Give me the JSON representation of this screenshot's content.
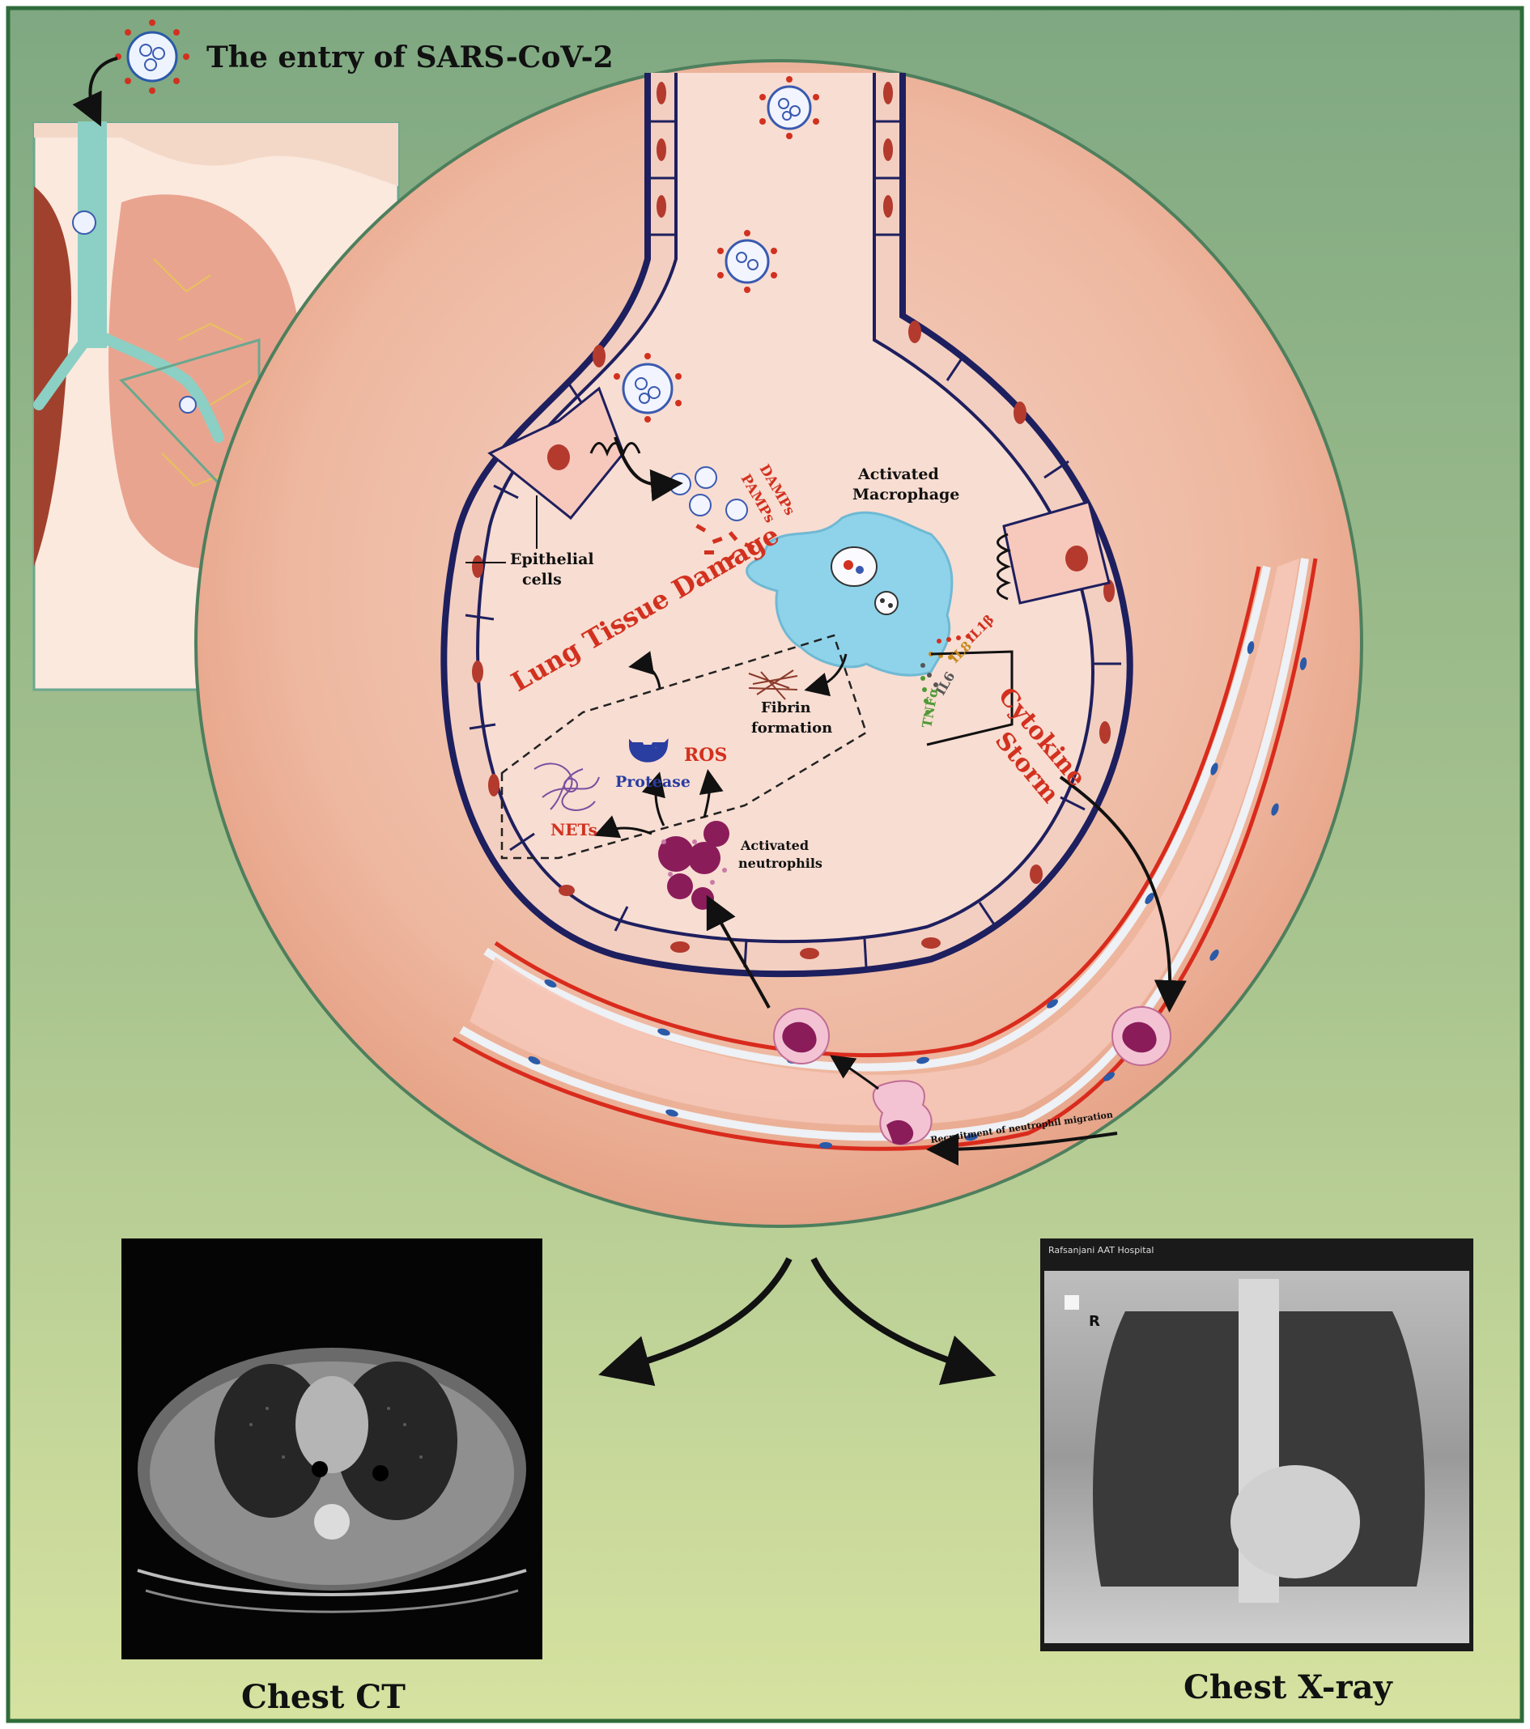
{
  "title": "The entry of SARS-CoV-2",
  "labels": {
    "epithelial_line1": "Epithelial",
    "epithelial_line2": "cells",
    "activated_macrophage_line1": "Activated",
    "activated_macrophage_line2": "Macrophage",
    "damps": "DAMPs",
    "pamps": "PAMPs",
    "lung_tissue_damage": "Lung Tissue Damage",
    "fibrin_line1": "Fibrin",
    "fibrin_line2": "formation",
    "ros": "ROS",
    "protease": "Protease",
    "nets": "NETs",
    "activated_neutrophils_line1": "Activated",
    "activated_neutrophils_line2": "neutrophils",
    "il1b": "IL1β",
    "il8": "IL8",
    "il6": "IL6",
    "tnfa": "TNFα",
    "cytokine_line1": "Cytokine",
    "cytokine_line2": "Storm",
    "recruitment": "Recruitment of neutrophil migration",
    "chest_ct": "Chest CT",
    "chest_xray": "Chest X-ray",
    "xray_marker": "R",
    "xray_hospital": "Rafsanjani AAT Hospital"
  },
  "colors": {
    "frame_border": "#2f6b3a",
    "bg_top": "#7fa882",
    "bg_bottom": "#d6e2a0",
    "circle_fill": "#e8a88a",
    "alveolus_wall": "#1e1f5e",
    "epithelial": "#f6c9bc",
    "nucleus": "#b43a2e",
    "macrophage": "#8fd3ea",
    "neutrophil": "#8b1c5a",
    "vessel_red": "#d92b1d",
    "label_red": "#d2311f",
    "protease_blue": "#2a3da0",
    "tnf_green": "#4f9a37",
    "il8_orange": "#c98a1e"
  }
}
